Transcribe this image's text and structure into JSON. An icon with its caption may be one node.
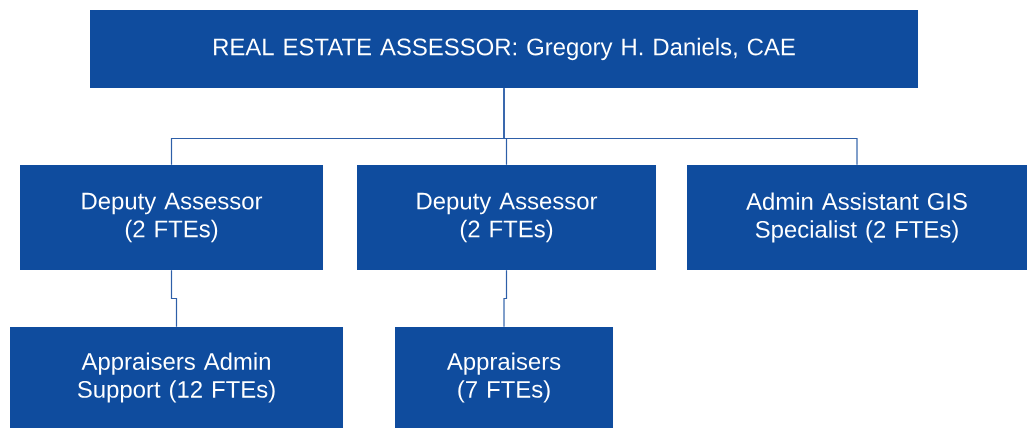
{
  "diagram": {
    "nodes": [
      {
        "text": [
          "REAL ESTATE ASSESSOR: Gregory H. Daniels, CAE"
        ]
      },
      {
        "text": [
          "Deputy Assessor (2 FTEs)"
        ]
      },
      {
        "text": [
          "Deputy Assessor (2 FTEs)"
        ]
      },
      {
        "text": [
          "Admin Assistant GIS Specialist (2 FTEs)"
        ]
      },
      {
        "text": [
          "Appraisers Admin Support (12 FTEs)"
        ]
      },
      {
        "text": [
          "Appraisers (7 FTEs)"
        ]
      }
    ],
    "edges": [
      {
        "from": 0,
        "to": 1,
        "arrow": "none"
      },
      {
        "from": 0,
        "to": 2,
        "arrow": "none"
      },
      {
        "from": 0,
        "to": 3,
        "arrow": "none"
      },
      {
        "from": 1,
        "to": 4,
        "arrow": "none"
      },
      {
        "from": 2,
        "to": 5,
        "arrow": "none"
      }
    ]
  }
}
